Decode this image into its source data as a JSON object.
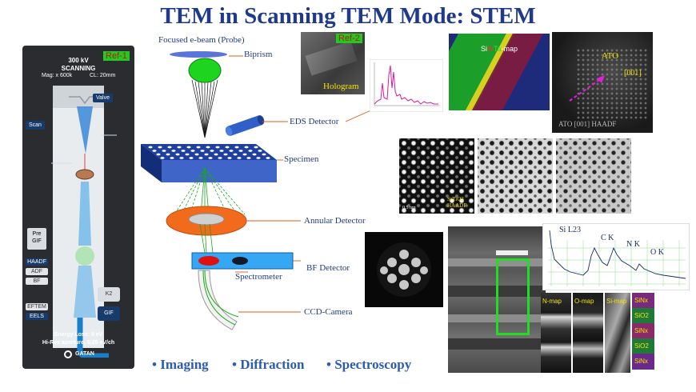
{
  "title": "TEM in Scanning TEM Mode: STEM",
  "gatan_panel": {
    "ref": "Ref-1",
    "kv": "300 kV",
    "mode": "SCANNING",
    "mag": "Mag: x 600k",
    "cl": "CL: 20mm",
    "valve": "Valve",
    "scan": "Scan",
    "pre_gif_1": "Pre",
    "pre_gif_2": "GIF",
    "haadf": "HAADF",
    "adf": "ADF",
    "bf": "BF",
    "eftem": "EFTEM",
    "eels": "EELS",
    "k2": "K2",
    "gif": "GIF",
    "energy_loss": "Energy Loss: 0 eV",
    "aperture": "Hi-Res aperture, 0.25 eV/ch",
    "brand": "GATAN"
  },
  "diagram": {
    "probe_label": "Focused e-beam (Probe)",
    "biprism": "Biprism",
    "eds": "EDS Detector",
    "specimen": "Specimen",
    "annular": "Annular Detector",
    "bf_detector": "BF Detector",
    "spectrometer": "Spectrometer",
    "ccd": "CCD-Camera"
  },
  "hologram": {
    "ref": "Ref-2",
    "label": "Hologram"
  },
  "eds_map": {
    "prefix": "Si",
    "mid": "Al",
    "ta": "Ta",
    "suffix": "-map"
  },
  "ato": {
    "label": "ATO",
    "zone": "[001]",
    "bottom": "ATO [001] HAADF"
  },
  "atomic_label": "SrTiO3 HAADF",
  "atomic_scale": "0.5 nm",
  "eels_spectrum": {
    "si": "Si L23",
    "c": "C K",
    "n": "N K",
    "o": "O K"
  },
  "maps": {
    "n": "N-map",
    "o": "O-map",
    "si": "Si-map"
  },
  "layers": [
    "SiNx",
    "SiO2",
    "SiNx",
    "SiO2",
    "SiNx"
  ],
  "bullets": [
    "• Imaging",
    "• Diffraction",
    "• Spectroscopy"
  ],
  "colors": {
    "title": "#1f3a8a",
    "ref_bg": "#22c91e",
    "ref_fg": "#c0141c",
    "annular": "#f26b1d",
    "bullets": "#2b5bb5"
  }
}
